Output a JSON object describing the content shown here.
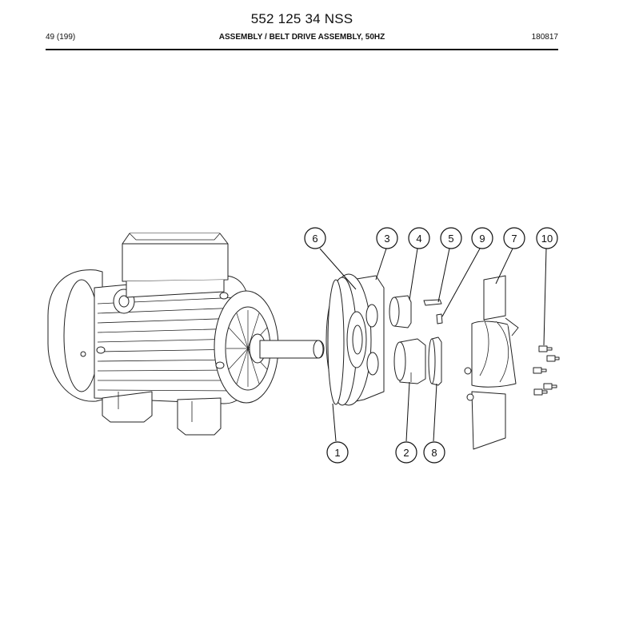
{
  "header": {
    "doc_number": "552 125 34 NSS",
    "page": "49 (199)",
    "title": "ASSEMBLY / BELT DRIVE ASSEMBLY, 50HZ",
    "code": "180817"
  },
  "callouts": [
    "1",
    "2",
    "3",
    "4",
    "5",
    "6",
    "7",
    "8",
    "9",
    "10"
  ]
}
